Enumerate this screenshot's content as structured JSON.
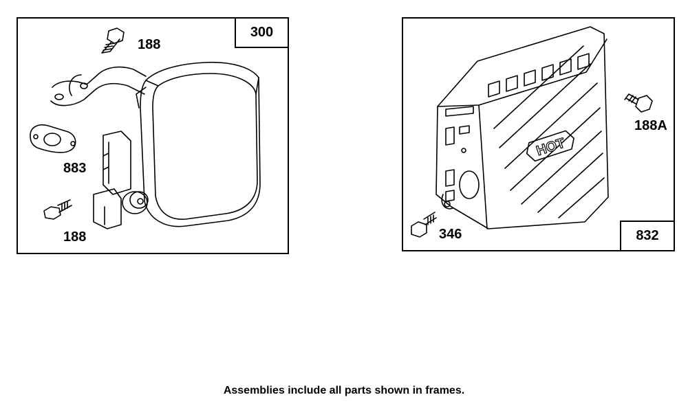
{
  "left_frame": {
    "assembly_number": "300",
    "callouts": {
      "bolt_top": "188",
      "gasket": "883",
      "bolt_bottom": "188"
    }
  },
  "right_frame": {
    "assembly_number": "832",
    "guard_text": "HOT",
    "callouts": {
      "bolt_right": "188A",
      "screw_bottom": "346"
    }
  },
  "footer_note": "Assemblies include all parts shown in frames."
}
